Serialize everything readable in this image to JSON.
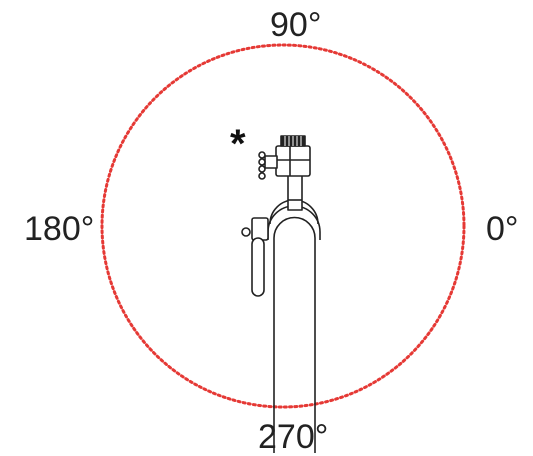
{
  "labels": {
    "deg_90": "90°",
    "deg_180": "180°",
    "deg_0": "0°",
    "deg_270": "270°",
    "marker": "*"
  },
  "colors": {
    "circle": "#e53935",
    "stroke": "#222222",
    "text": "#222222"
  },
  "icons": {
    "device": "vertical-mount-rod-with-clamp-icon"
  }
}
